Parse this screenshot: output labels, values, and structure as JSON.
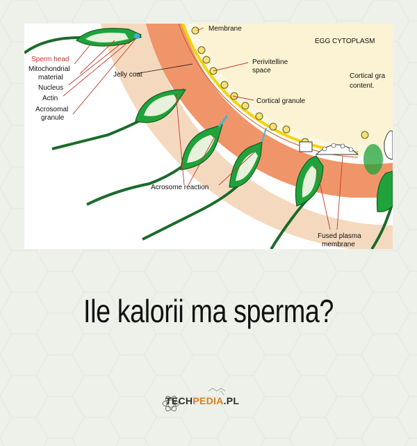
{
  "diagram": {
    "labels": {
      "membrane": "Membrane",
      "egg_cytoplasm": "EGG CYTOPLASM",
      "perivitelline_1": "Perivitelline",
      "perivitelline_2": "space",
      "cortical_content_1": "Cortical gra",
      "cortical_content_2": "content.",
      "cortical_granule": "Cortical granule",
      "sperm_head": "Sperm head",
      "mitochondrial_1": "Mitochondrial",
      "mitochondrial_2": "material",
      "nucleus": "Nucleus",
      "actin": "Actin",
      "acrosomal_1": "Acrosomal",
      "acrosomal_2": "granule",
      "jelly_coat": "Jelly coat",
      "acrosome_reaction": "Acrosome reaction",
      "fused_1": "Fused plasma",
      "fused_2": "membrane"
    },
    "colors": {
      "jelly": "#f5d9bf",
      "orange_layer": "#f0956a",
      "cytoplasm": "#fbf3d3",
      "sperm_green": "#1fa33a",
      "sperm_light": "#e8f1dc",
      "membrane_yellow": "#f2d40b",
      "label_red": "#c0392b"
    }
  },
  "title": "Ile kalorii ma sperma?",
  "logo": {
    "part1": "TECH",
    "part2": "PEDIA",
    "part3": ".PL"
  }
}
